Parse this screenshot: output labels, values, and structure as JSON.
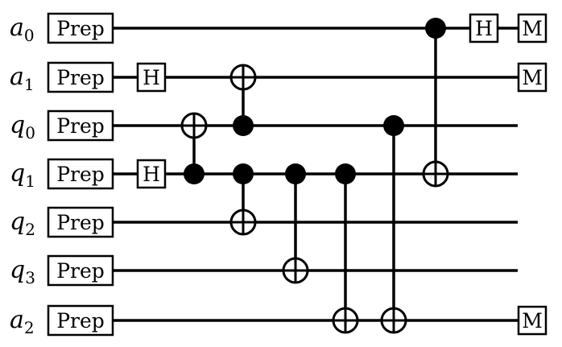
{
  "qubits": [
    {
      "base": "a",
      "sub": "0",
      "prep": "Prep"
    },
    {
      "base": "a",
      "sub": "1",
      "prep": "Prep"
    },
    {
      "base": "q",
      "sub": "0",
      "prep": "Prep"
    },
    {
      "base": "q",
      "sub": "1",
      "prep": "Prep"
    },
    {
      "base": "q",
      "sub": "2",
      "prep": "Prep"
    },
    {
      "base": "q",
      "sub": "3",
      "prep": "Prep"
    },
    {
      "base": "a",
      "sub": "2",
      "prep": "Prep"
    }
  ],
  "single_gates": [
    {
      "wire": 1,
      "step": 0,
      "label": "H"
    },
    {
      "wire": 3,
      "step": 0,
      "label": "H"
    },
    {
      "wire": 0,
      "step": 7,
      "label": "H"
    },
    {
      "wire": 0,
      "step": 8,
      "label": "M"
    },
    {
      "wire": 1,
      "step": 8,
      "label": "M"
    },
    {
      "wire": 6,
      "step": 8,
      "label": "M"
    }
  ],
  "controlled_gates": [
    {
      "step": 1,
      "control": 3,
      "target": 2
    },
    {
      "step": 2,
      "control": 2,
      "target": 1
    },
    {
      "step": 2,
      "control": 3,
      "target": 4
    },
    {
      "step": 3,
      "control": 3,
      "target": 5
    },
    {
      "step": 4,
      "control": 3,
      "target": 6
    },
    {
      "step": 5,
      "control": 2,
      "target": 6
    },
    {
      "step": 6,
      "control": 0,
      "target": 3
    }
  ]
}
